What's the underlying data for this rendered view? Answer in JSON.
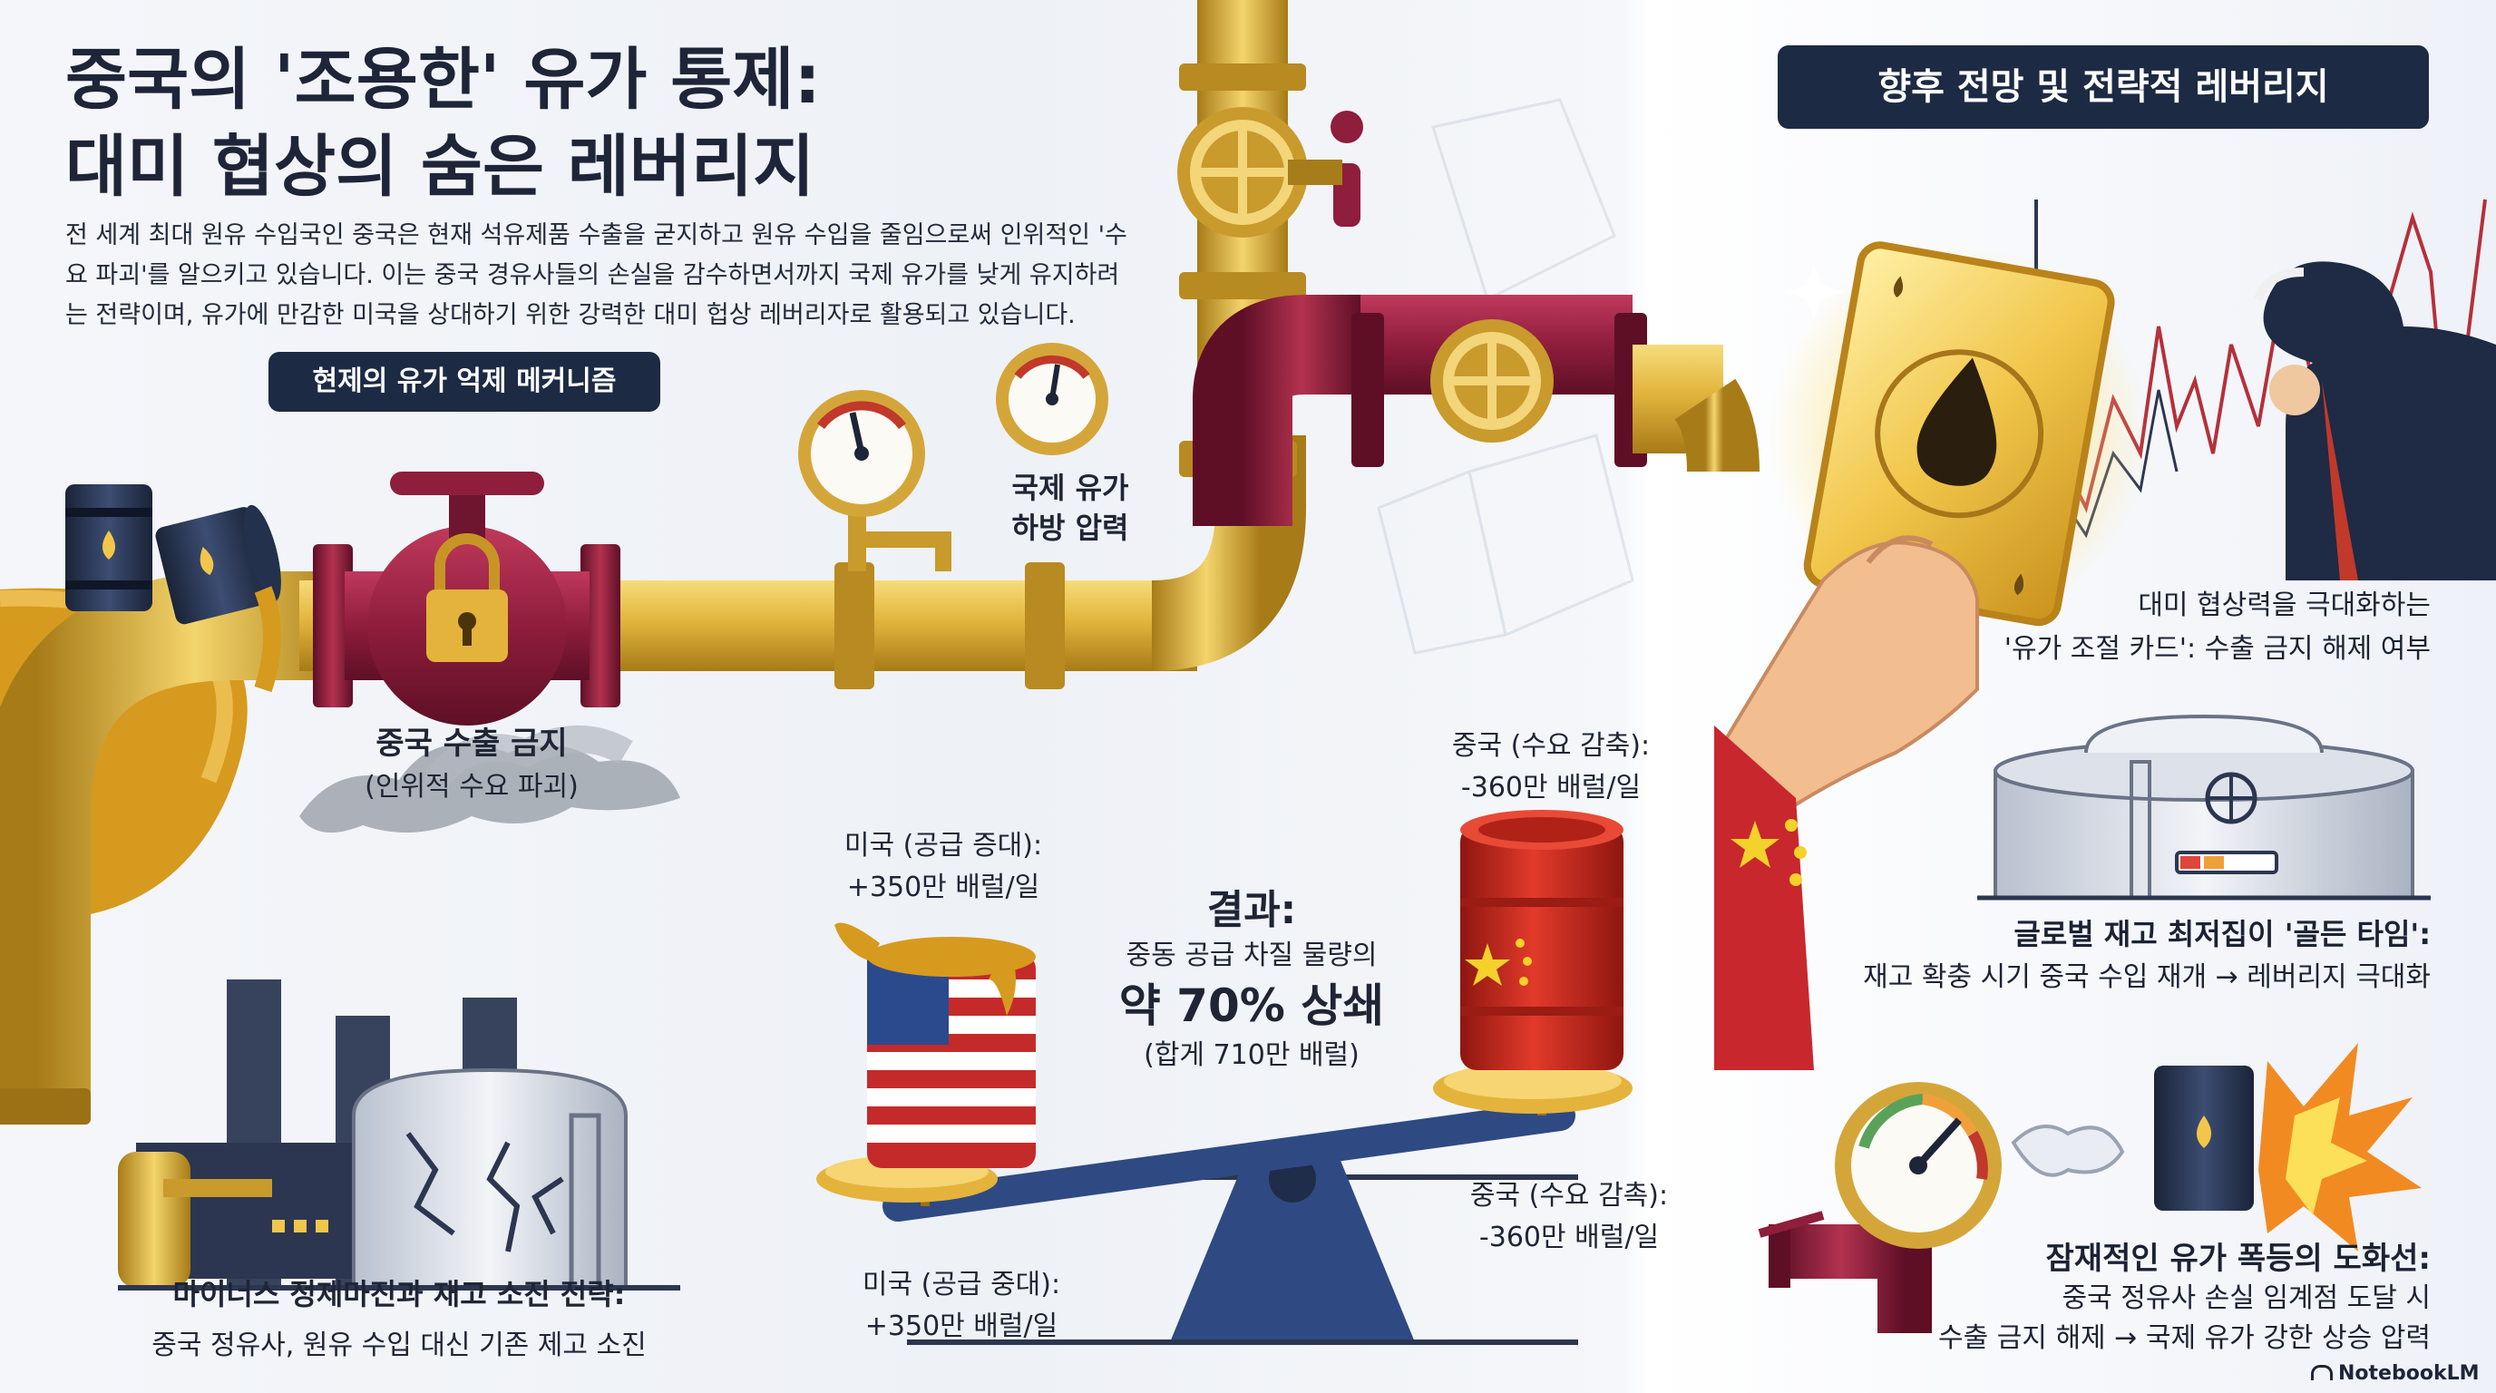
{
  "title_line1": "중국의 '조용한' 유가 통제:",
  "title_line2": "대미 협상의 숨은 레버리지",
  "intro": "전 세계 최대 원유 수입국인 중국은 현재 석유제품 수출을 굳지하고 원유 수입을 줄임으로써 인위적인 '수요 파괴'를 알으키고 있습니다. 이는 중국 경유사들의 손실을 감수하면서까지 국제 유가를 낮게 유지하려는 전략이며, 유가에 만감한 미국을 상대하기 위한 강력한 대미 헙상 레버리자로 활용되고 있습니다.",
  "left_section": {
    "header": "현제의 유가 억제 메커니즘",
    "export_ban_title": "중국 수출 금지",
    "export_ban_sub": "(인위적 수요 파괴)",
    "price_pressure_1": "국제 유가",
    "price_pressure_2": "하방 압력",
    "margin_title": "마이너스 정제마진과 재고 소진 전략:",
    "margin_sub": "중국 정유사, 원유 수입 대신 기존 제고 소진"
  },
  "balance": {
    "us_label_1": "미국 (공급 증대):",
    "us_label_2": "+350만 배럴/일",
    "cn_label_1": "중국 (수요 감축):",
    "cn_label_2": "-360만 배럴/일",
    "result_title": "결과:",
    "result_line1": "중동 공급 차질 물량의",
    "result_line2": "약 70% 상쇄",
    "result_line3": "(합게 710만 배럴)",
    "cn_bottom_1": "중국 (수요 감촉):",
    "cn_bottom_2": "-360만 배럴/일",
    "us_bottom_1": "미국 (공급 중대):",
    "us_bottom_2": "+350만 배럴/일"
  },
  "right_section": {
    "header": "향후 전망 및 전략적 레버리지",
    "card_line1": "대미 협상력을 극대화하는",
    "card_line2": "'유가 조절 카드': 수출 금지 해제 여부",
    "golden_line1": "글로벌 재고 최저집이 '골든 타임':",
    "golden_line2": "재고 확충 시기 중국 수입 재개 → 레버리지 극대화",
    "surge_line1": "잠재적인 유가 폭등의 도화선:",
    "surge_line2": "중국 정유사 손실 임계점 도달 시",
    "surge_line3": "수출 금지 해제 → 국제 유가 강한 상승 압력"
  },
  "brand": "NotebookLM",
  "colors": {
    "navy": "#1d2a44",
    "gold_pipe": "#e1b53c",
    "crimson_pipe": "#8f1d3c",
    "oil_gold": "#d69a1e",
    "barrel_red": "#c92a1e"
  }
}
